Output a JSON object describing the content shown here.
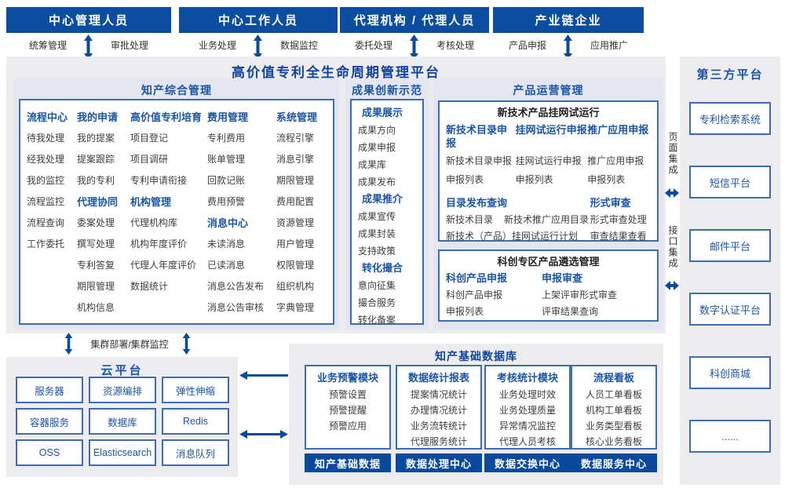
{
  "colors": {
    "primary_blue": "#0a4da1",
    "accent_text": "#1a55a7",
    "title_blue": "#11449c",
    "border_blue": "#3f6cb0",
    "panel_gray": "#ececee",
    "panel_lavender": "#e4e6f1",
    "item_text": "#3e3e3e"
  },
  "actors": [
    {
      "title": "中心管理人员",
      "left_label": "统筹管理",
      "right_label": "审批处理"
    },
    {
      "title": "中心工作人员",
      "left_label": "业务处理",
      "right_label": "数据监控"
    },
    {
      "title": "代理机构 / 代理人员",
      "left_label": "委托处理",
      "right_label": "考核处理"
    },
    {
      "title": "产业链企业",
      "left_label": "产品申报",
      "right_label": "应用推广"
    }
  ],
  "platform": {
    "title": "高价值专利全生命周期管理平台",
    "ip": {
      "title": "知产综合管理",
      "columns": [
        {
          "groups": [
            {
              "title": "流程中心",
              "items": [
                "待我处理",
                "经我处理",
                "我的监控",
                "流程监控",
                "流程查询",
                "工作委托"
              ]
            }
          ]
        },
        {
          "groups": [
            {
              "title": "我的申请",
              "items": [
                "我的提案",
                "提案跟踪",
                "我的专利"
              ]
            },
            {
              "title": "代理协同",
              "items": [
                "委案处理",
                "撰写处理",
                "专利答复",
                "期限管理",
                "机构信息"
              ]
            }
          ]
        },
        {
          "groups": [
            {
              "title": "高价值专利培育",
              "items": [
                "项目登记",
                "项目调研",
                "专利申请衔接"
              ]
            },
            {
              "title": "机构管理",
              "items": [
                "代理机构库",
                "机构年度评价",
                "代理人年度评价",
                "数据统计"
              ]
            }
          ]
        },
        {
          "groups": [
            {
              "title": "费用管理",
              "items": [
                "专利费用",
                "账单管理",
                "回款记账",
                "费用预警"
              ]
            },
            {
              "title": "消息中心",
              "items": [
                "未读消息",
                "已读消息",
                "消息公告发布",
                "消息公告审核"
              ]
            }
          ]
        },
        {
          "groups": [
            {
              "title": "系统管理",
              "items": [
                "流程引擎",
                "消息引擎",
                "期限管理",
                "费用配置",
                "资源管理",
                "用户管理",
                "权限管理",
                "组织机构",
                "字典管理"
              ]
            }
          ]
        }
      ]
    },
    "achv": {
      "title": "成果创新示范",
      "groups": [
        {
          "title": "成果展示",
          "items": [
            "成果方向",
            "成果申报",
            "成果库",
            "成果发布"
          ]
        },
        {
          "title": "成果推介",
          "items": [
            "成果宣传",
            "成果封装",
            "支持政策"
          ]
        },
        {
          "title": "转化撮合",
          "items": [
            "意向征集",
            "撮合服务",
            "转化备案"
          ]
        }
      ]
    },
    "ops": {
      "title": "产品运营管理",
      "trial": {
        "header": "新技术产品挂网试运行",
        "groups": [
          {
            "title": "新技术目录申报",
            "items": [
              "新技术目录申报",
              "申报列表"
            ]
          },
          {
            "title": "挂网试运行申报",
            "items": [
              "挂网试运行申报",
              "申报列表"
            ]
          },
          {
            "title": "推广应用申报",
            "items": [
              "推广应用申报",
              "申报列表"
            ]
          }
        ],
        "catalog": {
          "title": "目录发布查询",
          "items": [
            "新技术目录",
            "新技术推广应用目录",
            "新技术（产品）挂网试运行计划"
          ]
        },
        "review": {
          "title": "形式审查",
          "items": [
            "形式审查处理",
            "审查结果查看"
          ]
        }
      },
      "kechuang": {
        "header": "科创专区产品遴选管理",
        "groups": [
          {
            "title": "科创产品申报",
            "items": [
              "科创产品申报",
              "申报列表"
            ]
          },
          {
            "title": "申报审查",
            "items": [
              "上架评审形式审查",
              "评审结果查询"
            ]
          }
        ]
      }
    }
  },
  "integration": {
    "page": "页面集成",
    "api": "接口集成"
  },
  "third_party": {
    "title": "第三方平台",
    "systems": [
      "专利检索系统",
      "短信平台",
      "邮件平台",
      "数字认证平台",
      "科创商城",
      "......"
    ]
  },
  "cluster_label": "集群部署/集群监控",
  "cloud": {
    "title": "云平台",
    "services": [
      "服务器",
      "资源编排",
      "弹性伸缩",
      "容器服务",
      "数据库",
      "Redis",
      "OSS",
      "Elasticsearch",
      "消息队列"
    ]
  },
  "data_platform": {
    "title": "知产基础数据库",
    "modules": [
      {
        "title": "业务预警模块",
        "items": [
          "预警设置",
          "预警提醒",
          "预警应用"
        ],
        "footer": "知产基础数据"
      },
      {
        "title": "数据统计报表",
        "items": [
          "提案情况统计",
          "办理情况统计",
          "业务流转统计",
          "代理服务统计"
        ],
        "footer": "数据处理中心"
      },
      {
        "title": "考核统计模块",
        "items": [
          "业务处理时效",
          "业务处理质量",
          "异常情况监控",
          "代理人员考核"
        ],
        "footer": "数据交换中心"
      },
      {
        "title": "流程看板",
        "items": [
          "人员工单看板",
          "机构工单看板",
          "业务类型看板",
          "核心业务看板"
        ],
        "footer": "数据服务中心"
      }
    ]
  }
}
